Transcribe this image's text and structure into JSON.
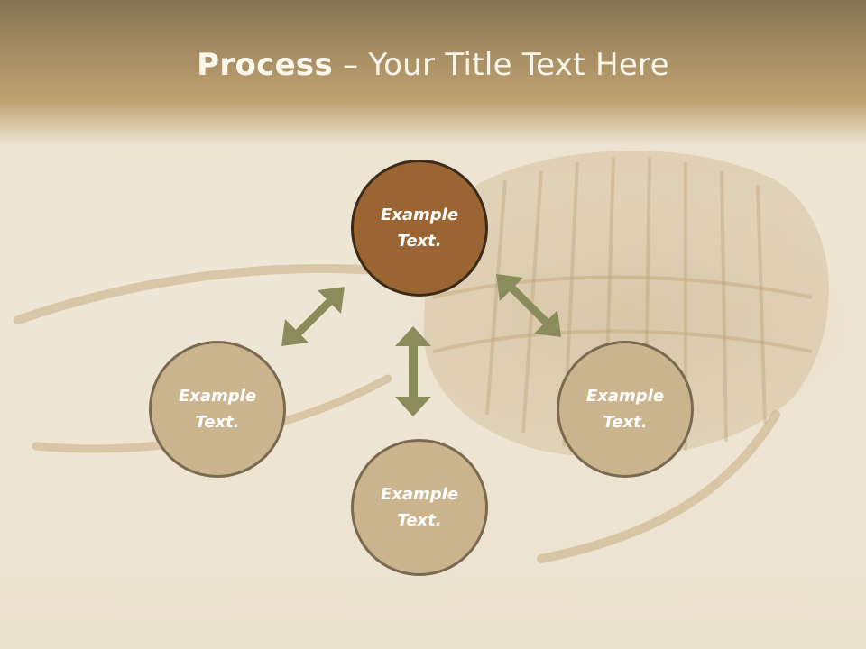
{
  "title": {
    "bold": "Process",
    "rest": " – Your Title Text Here"
  },
  "nodes": [
    {
      "id": "top",
      "label": "Example Text."
    },
    {
      "id": "left",
      "label": "Example Text."
    },
    {
      "id": "bottom",
      "label": "Example Text."
    },
    {
      "id": "right",
      "label": "Example Text."
    }
  ],
  "colors": {
    "active_fill": "#9b6433",
    "inactive_fill": "#cbb58f",
    "arrow": "#8b8c5c",
    "header": "#a58c63"
  }
}
